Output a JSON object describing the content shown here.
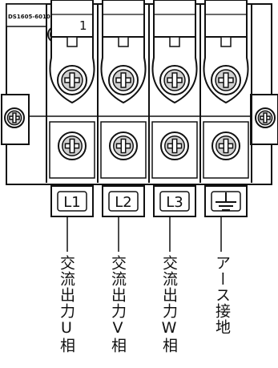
{
  "model_code": "DS1605-6010",
  "terminals": [
    {
      "id": "U",
      "label_main": "L",
      "label_sub": "1",
      "caption": "交流出力U相"
    },
    {
      "id": "V",
      "label_main": "L",
      "label_sub": "2",
      "caption": "交流出力V相"
    },
    {
      "id": "W",
      "label_main": "L",
      "label_sub": "3",
      "caption": "交流出力W相"
    },
    {
      "id": "E",
      "label_main": "",
      "label_sub": "",
      "caption": "アース接地"
    }
  ],
  "side_tab_fragment": "1",
  "ground_symbol": "earth-ground-icon",
  "colors": {
    "outline": "#111111",
    "fill": "#ffffff",
    "shade": "#d0d0d0",
    "dark": "#3a3a3a"
  }
}
